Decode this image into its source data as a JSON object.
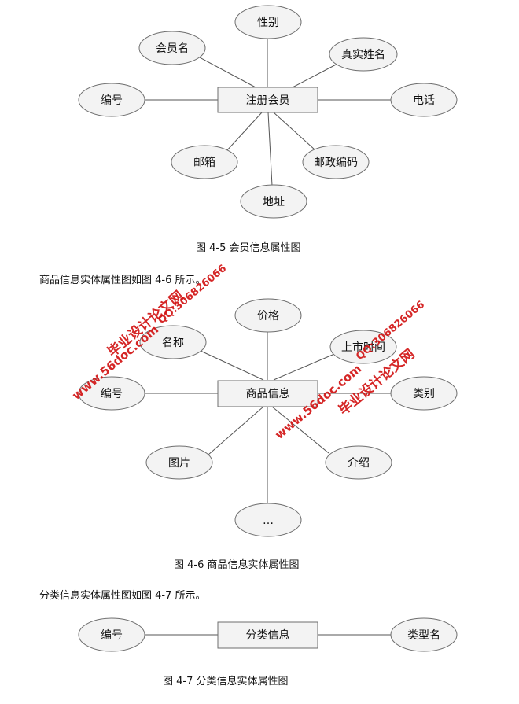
{
  "diagram1": {
    "entity": "注册会员",
    "attributes": {
      "gender": "性别",
      "member_name": "会员名",
      "real_name": "真实姓名",
      "id": "编号",
      "phone": "电话",
      "email": "邮箱",
      "postcode": "邮政编码",
      "address": "地址"
    },
    "caption": "图 4-5 会员信息属性图"
  },
  "paragraph1": "商品信息实体属性图如图 4-6 所示。",
  "diagram2": {
    "entity": "商品信息",
    "attributes": {
      "price": "价格",
      "name": "名称",
      "listing_time": "上市时间",
      "id": "编号",
      "category": "类别",
      "image": "图片",
      "intro": "介绍",
      "more": "…"
    },
    "caption": "图 4-6 商品信息实体属性图"
  },
  "paragraph2": "分类信息实体属性图如图 4-7 所示。",
  "diagram3": {
    "entity": "分类信息",
    "attributes": {
      "id": "编号",
      "type_name": "类型名"
    },
    "caption": "图 4-7 分类信息实体属性图"
  },
  "watermark": {
    "brand": "毕业设计论文网",
    "site": "www.56doc.com",
    "qq": "QQ:306826066",
    "color": "#d21414"
  }
}
